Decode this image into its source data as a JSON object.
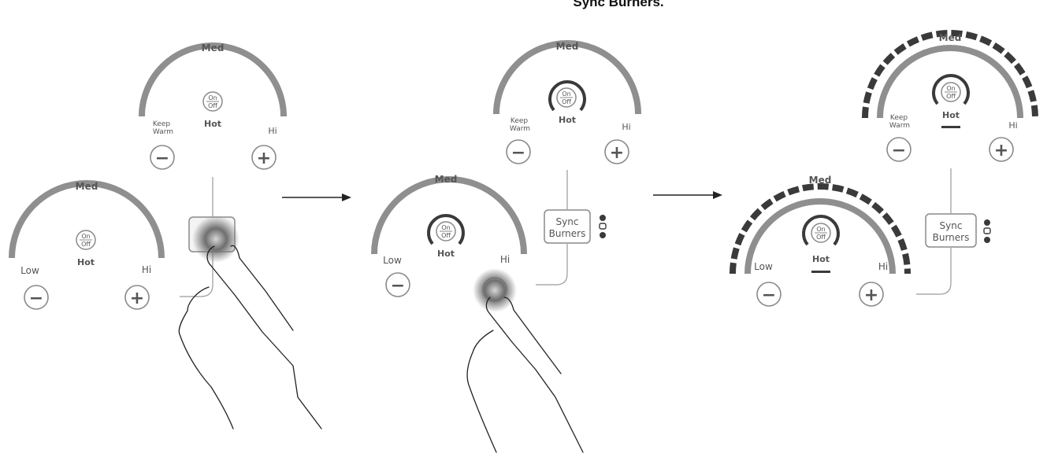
{
  "caption": "Sync Burners.",
  "labels": {
    "med": "Med",
    "keep": "Keep",
    "warm": "Warm",
    "low": "Low",
    "hi": "Hi",
    "hot": "Hot",
    "on": "On",
    "off": "Off",
    "sync": "Sync",
    "burners": "Burners",
    "minus": "−",
    "plus": "+"
  },
  "colors": {
    "arc": "#8f8f8f",
    "dark": "#3a3a3a",
    "line": "#9a9a9a",
    "text": "#555555"
  },
  "steps": [
    {
      "step": 1,
      "sync_active": false,
      "touch_target": "sync-burners-button",
      "burners_active": false
    },
    {
      "step": 2,
      "sync_active": true,
      "touch_target": "rear-burner-hi-plus",
      "burners_active": false
    },
    {
      "step": 3,
      "sync_active": true,
      "touch_target": "none",
      "burners_active": true
    }
  ]
}
